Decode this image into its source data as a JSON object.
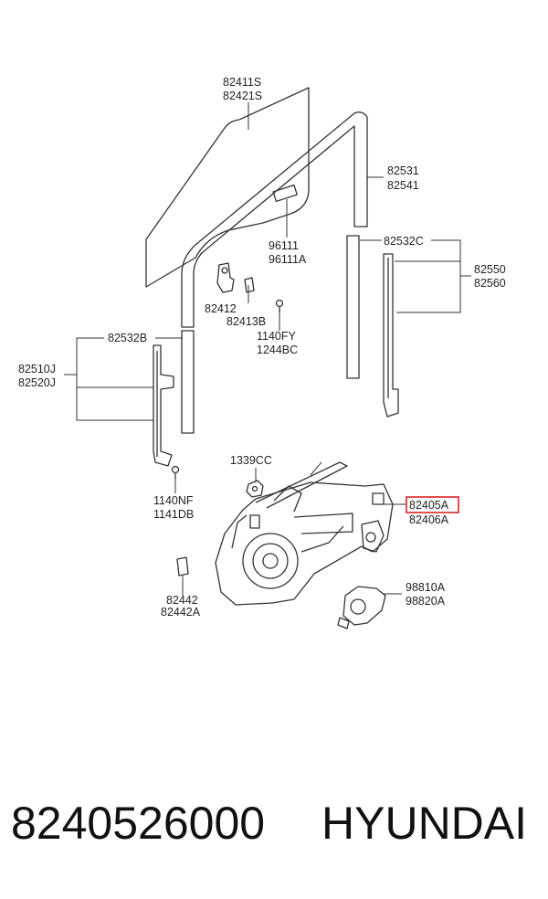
{
  "labels": {
    "glass_1": "82411S",
    "glass_2": "82421S",
    "channel_rear_1": "82531",
    "channel_rear_2": "82541",
    "decal_1": "96111",
    "decal_2": "96111A",
    "channel_lower_rear": "82532C",
    "rail_rear_1": "82550",
    "rail_rear_2": "82560",
    "clip_1": "82412",
    "clip_2": "82413B",
    "screw_a_1": "1140FY",
    "screw_a_2": "1244BC",
    "channel_lower_front": "82532B",
    "rail_front_1": "82510J",
    "rail_front_2": "82520J",
    "screw_b_1": "1140NF",
    "screw_b_2": "1141DB",
    "nut": "1339CC",
    "regulator_1": "82405A",
    "regulator_2": "82406A",
    "bracket_1": "82442",
    "bracket_2": "82442A",
    "motor_1": "98810A",
    "motor_2": "98820A"
  },
  "highlight_color": "#d9232a",
  "footer": {
    "part_number": "8240526000",
    "brand": "HYUNDAI"
  }
}
